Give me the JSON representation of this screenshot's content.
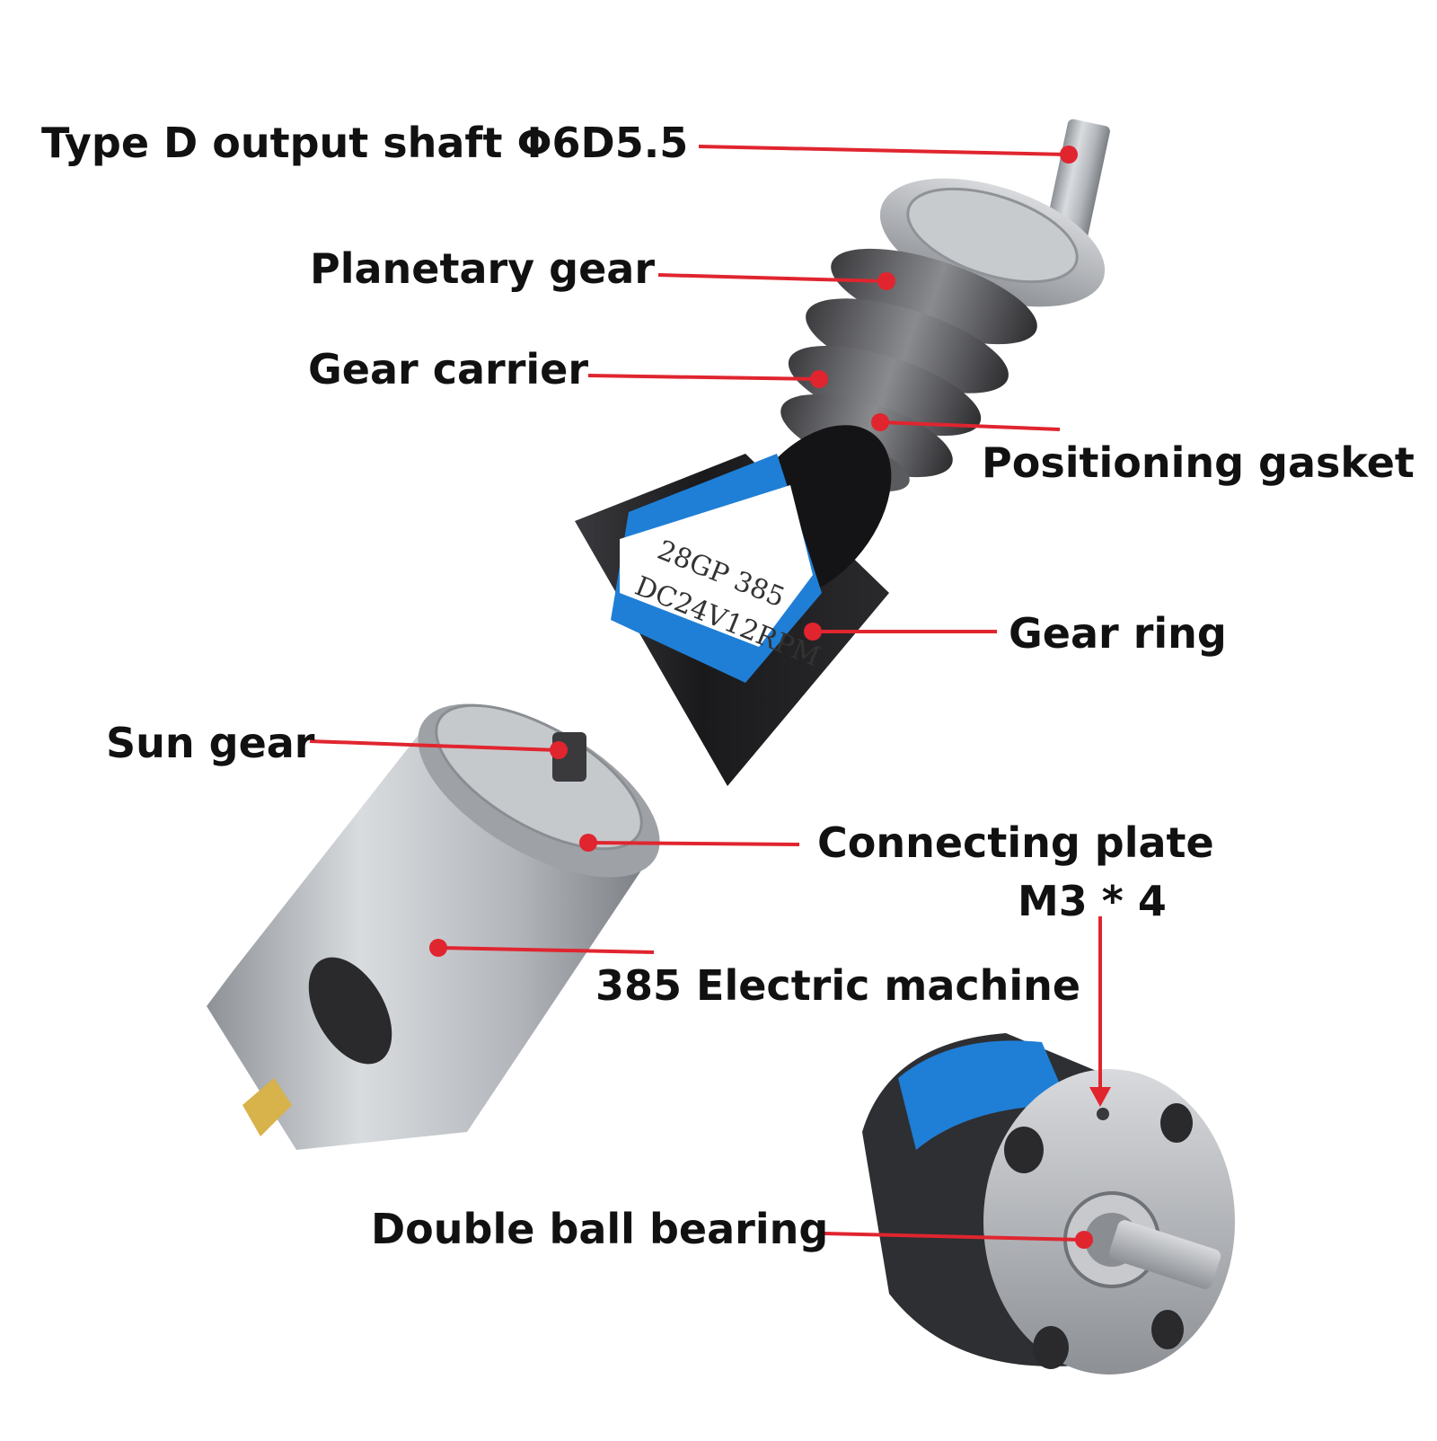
{
  "colors": {
    "leader": "#e0252f",
    "label_blue": "#1f7fd6",
    "metal": "#b9bcc1",
    "dark": "#1e1e20"
  },
  "callouts": {
    "output_shaft": "Type D output shaft Φ6D5.5",
    "planetary_gear": "Planetary gear",
    "gear_carrier": "Gear carrier",
    "positioning_gasket": "Positioning gasket",
    "gear_ring": "Gear ring",
    "sun_gear": "Sun gear",
    "connecting_plate": "Connecting plate",
    "m3x4": "M3 * 4",
    "electric_machine": "385 Electric machine",
    "double_ball_bearing": "Double ball bearing"
  },
  "gear_ring_label": {
    "line1": "28GP 385",
    "line2": "DC24V12RPM"
  }
}
